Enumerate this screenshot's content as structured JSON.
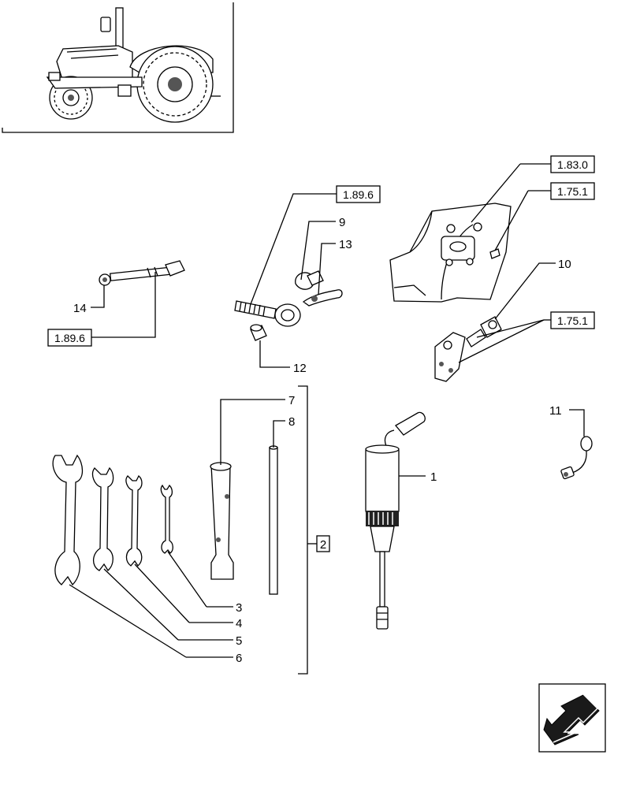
{
  "diagram": {
    "item_callouts": [
      "1",
      "2",
      "3",
      "4",
      "5",
      "6",
      "7",
      "8",
      "9",
      "10",
      "11",
      "12",
      "13",
      "14"
    ],
    "reference_boxes": [
      "1.89.6",
      "1.89.6",
      "1.83.0",
      "1.75.1",
      "1.75.1"
    ],
    "group_box_label": "2"
  }
}
